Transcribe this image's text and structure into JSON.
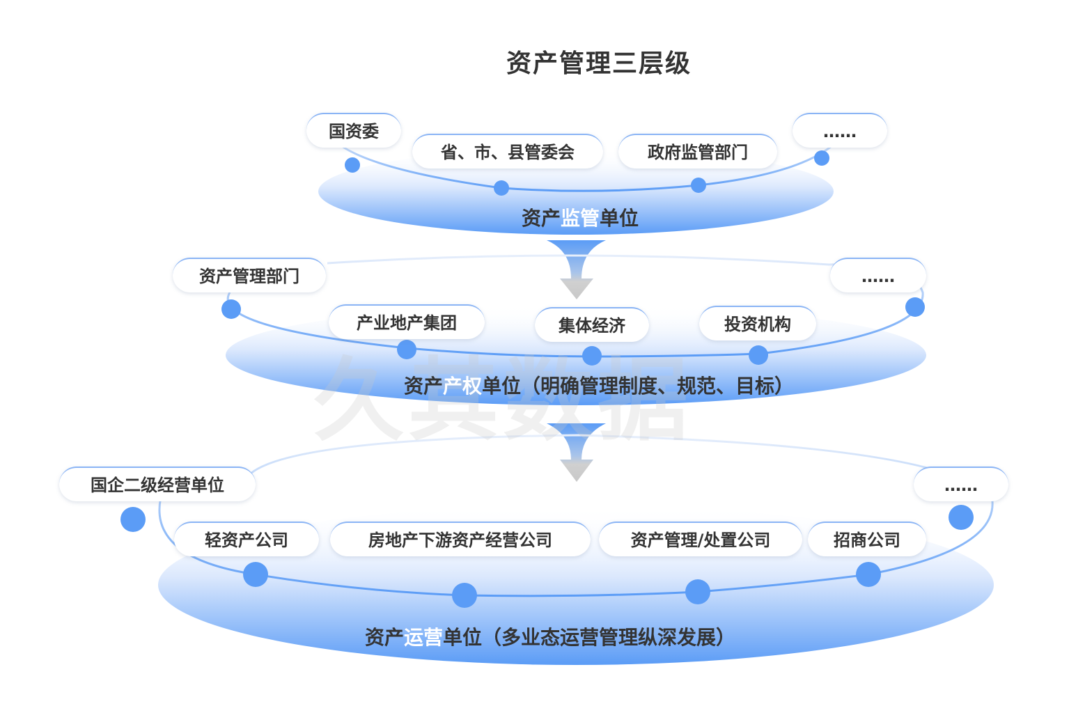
{
  "title": "资产管理三层级",
  "watermark": "久其数据",
  "colors": {
    "accent": "#5b9cf6",
    "accent_light": "#dfeafc",
    "text": "#333333",
    "arrow_gray": "#cccccc"
  },
  "tiers": [
    {
      "label_prefix": "资产",
      "label_highlight": "监管",
      "label_suffix": "单位",
      "nodes": [
        "国资委",
        "省、市、县管委会",
        "政府监管部门",
        "……"
      ]
    },
    {
      "label_prefix": "资产",
      "label_highlight": "产权",
      "label_suffix": "单位（明确管理制度、规范、目标）",
      "nodes": [
        "资产管理部门",
        "产业地产集团",
        "集体经济",
        "投资机构",
        "……"
      ]
    },
    {
      "label_prefix": "资产",
      "label_highlight": "运营",
      "label_suffix": "单位（多业态运营管理纵深发展）",
      "nodes": [
        "国企二级经营单位",
        "轻资产公司",
        "房地产下游资产经营公司",
        "资产管理/处置公司",
        "招商公司",
        "……"
      ]
    }
  ]
}
